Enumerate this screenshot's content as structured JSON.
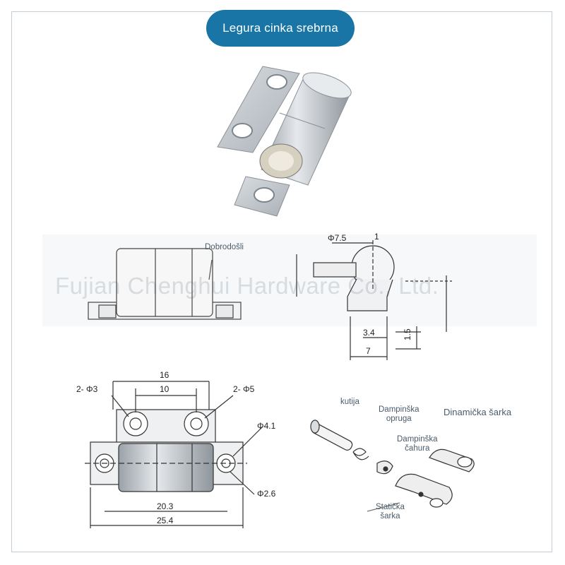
{
  "header": {
    "title": "Legura cinka srebrna"
  },
  "watermark": "Fujian Chenghui Hardware Co., Ltd.",
  "side_view": {
    "callout": "Dobrodošli"
  },
  "end_view": {
    "diameter": "Φ7.5",
    "mark": "1",
    "dim_a": "3.4",
    "dim_b": "7",
    "dim_c": "1.5"
  },
  "top_view": {
    "hole_left": "2- Φ3",
    "hole_right": "2- Φ5",
    "span_outer": "16",
    "span_inner": "10",
    "dia_large": "Φ4.1",
    "dia_small": "Φ2.6",
    "len_inner": "20.3",
    "len_outer": "25.4"
  },
  "exploded": {
    "pin": "kutija",
    "spring": "Dampinška\nopruga",
    "sleeve": "Dampinška\nčahura",
    "dynamic": "Dinamička šarka",
    "static": "Statička\nšarka"
  },
  "colors": {
    "accent": "#1875a6",
    "metal": "#c9ced3",
    "line": "#333333"
  }
}
